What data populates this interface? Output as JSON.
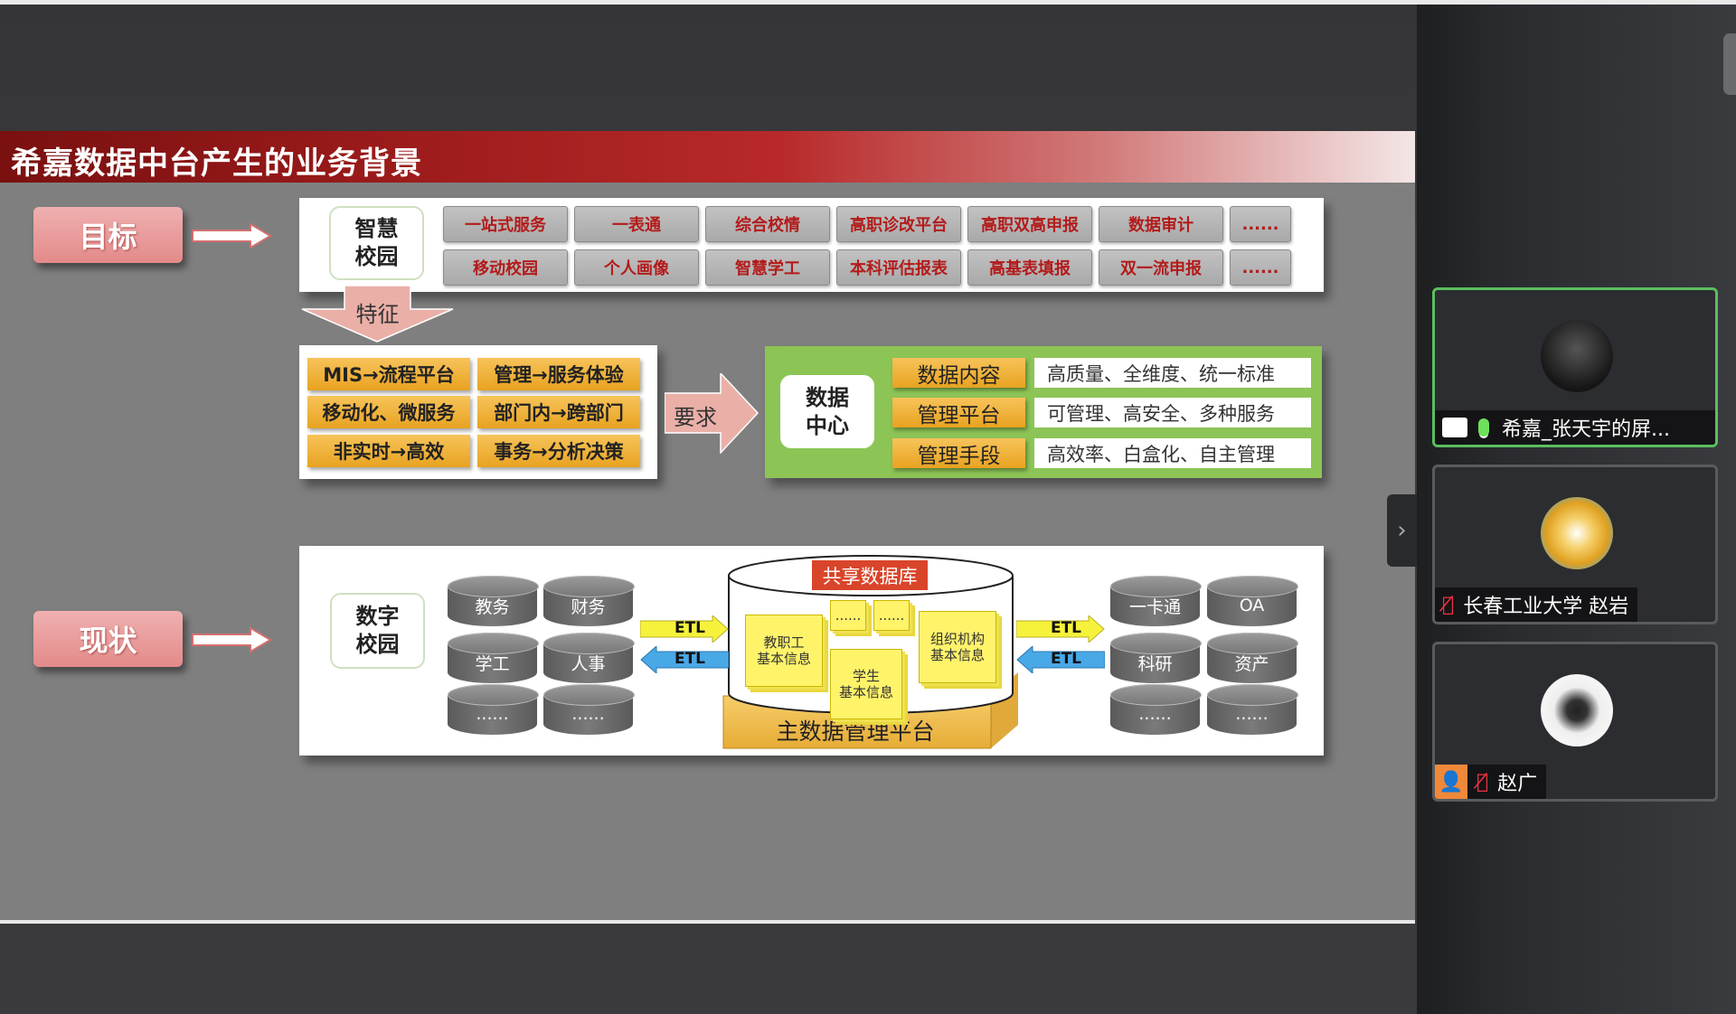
{
  "slide": {
    "title": "希嘉数据中台产生的业务背景",
    "goal": {
      "label": "目标",
      "campus": "智慧\n校园",
      "row1": [
        "一站式服务",
        "一表通",
        "综合校情",
        "高职诊改平台",
        "高职双高申报",
        "数据审计",
        "......"
      ],
      "row2": [
        "移动校园",
        "个人画像",
        "智慧学工",
        "本科评估报表",
        "高基表填报",
        "双一流申报",
        "......"
      ]
    },
    "features": {
      "arrow_label": "特征",
      "items": [
        "MIS→流程平台",
        "管理→服务体验",
        "移动化、微服务",
        "部门内→跨部门",
        "非实时→高效",
        "事务→分析决策"
      ]
    },
    "requirement": {
      "arrow_label": "要求",
      "center": "数据\n中心",
      "rows": [
        {
          "label": "数据内容",
          "value": "高质量、全维度、统一标准"
        },
        {
          "label": "管理平台",
          "value": "可管理、高安全、多种服务"
        },
        {
          "label": "管理手段",
          "value": "高效率、白盒化、自主管理"
        }
      ]
    },
    "status": {
      "label": "现状",
      "campus": "数字\n校园",
      "left_dbs": [
        "教务",
        "财务",
        "学工",
        "人事",
        "......",
        "......"
      ],
      "right_dbs": [
        "一卡通",
        "OA",
        "科研",
        "资产",
        "......",
        "......"
      ],
      "etl": "ETL",
      "shared_db": "共享数据库",
      "notes": [
        "教职工\n基本信息",
        "......",
        "......",
        "学生\n基本信息",
        "组织机构\n基本信息"
      ],
      "platform": "主数据管理平台"
    }
  },
  "participants": [
    {
      "name": "希嘉_张天宇的屏...",
      "state": "speaking",
      "sharing": true
    },
    {
      "name": "长春工业大学 赵岩",
      "state": "muted"
    },
    {
      "name": "赵广",
      "state": "muted"
    }
  ],
  "colors": {
    "title_red": "#b8292a",
    "active_border": "#5bbf5f",
    "green_panel": "#8dc456"
  }
}
